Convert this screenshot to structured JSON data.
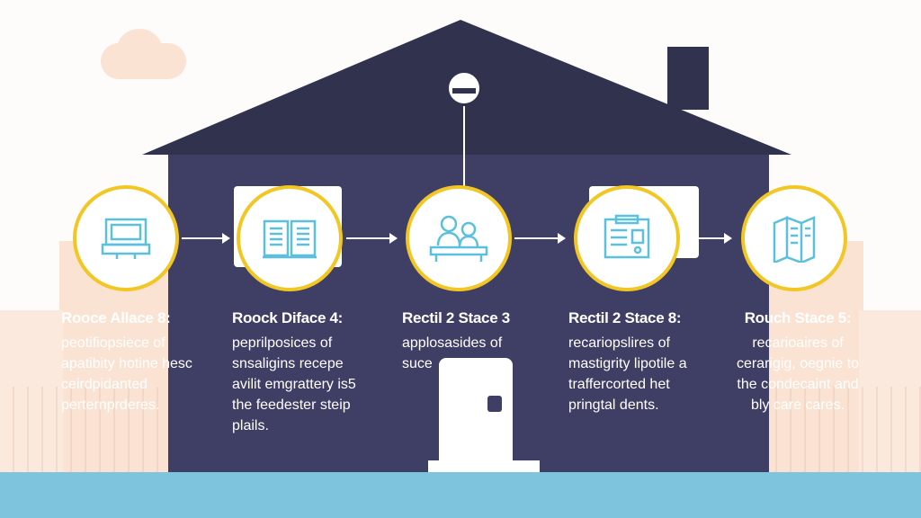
{
  "colors": {
    "house": "#3f3f66",
    "roof": "#30324e",
    "accent": "#f2c623",
    "icon": "#5bc0de",
    "water": "#7ec4dc",
    "peach": "#fbe3d3"
  },
  "steps": [
    {
      "title": "Rooce Allace 8:",
      "desc": "peotifiopsiece of apatibity hotine hesc ceirdpidanted perternprderes.",
      "icon": "monitor-icon"
    },
    {
      "title": "Roock Diface 4:",
      "desc": "peprilposices of snsaligins recepe avilit emgrattery is5 the feedester steip plails.",
      "icon": "open-book-icon"
    },
    {
      "title": "Rectil 2 Stace 3",
      "desc": "applosasides of suce",
      "icon": "people-at-desk-icon"
    },
    {
      "title": "Rectil 2 Stace 8:",
      "desc": "recariopslires of mastigrity lipotile a traffercorted het pringtal dents.",
      "icon": "document-form-icon"
    },
    {
      "title": "Rouch Stace 5:",
      "desc": "recarioaires of cerarigig, oegnie to the condecaint and bly care cares.",
      "icon": "folded-map-icon"
    }
  ]
}
